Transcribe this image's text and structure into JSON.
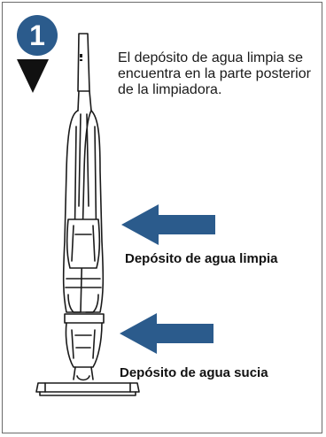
{
  "step": {
    "number": "1"
  },
  "intro_text": "El depósito de agua limpia se encuentra en la parte posterior de la limpiadora.",
  "labels": {
    "clean_tank": "Depósito de agua limpia",
    "dirty_tank": "Depósito de agua sucia"
  },
  "colors": {
    "accent": "#2b5b8c",
    "arrow": "#2b5b8c",
    "text": "#111111",
    "outline": "#1a1a1a"
  },
  "icons": {
    "step_marker": "down-triangle-icon",
    "pointer": "left-arrow-icon"
  }
}
